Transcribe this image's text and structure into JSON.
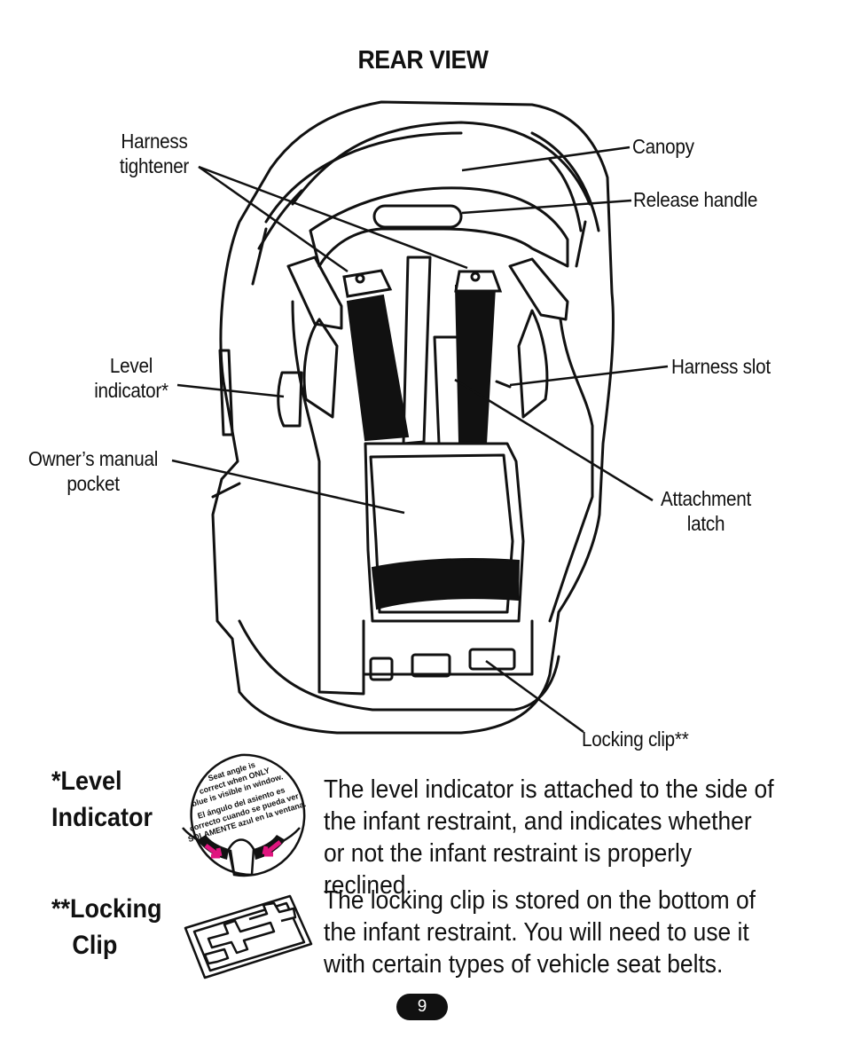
{
  "title": "REAR VIEW",
  "labels": {
    "harness_tightener": [
      "Harness",
      "tightener"
    ],
    "level_indicator": [
      "Level",
      "indicator*"
    ],
    "owners_manual_pocket": [
      "Owner’s manual",
      "pocket"
    ],
    "canopy": "Canopy",
    "release_handle": "Release handle",
    "harness_slot": "Harness slot",
    "attachment_latch": [
      "Attachment",
      "latch"
    ],
    "locking_clip": "Locking clip**"
  },
  "level_indicator_section": {
    "heading": [
      "*Level",
      "Indicator"
    ],
    "sticker_text": [
      "Seat angle is",
      "correct when ONLY",
      "blue is visible in window.",
      "El ángulo del asiento es",
      "correcto cuando se pueda ver",
      "SOLAMENTE azul en la ventana."
    ],
    "description": "The level indicator is attached to the side of the infant restraint, and indicates whether or not the infant restraint is properly reclined."
  },
  "locking_clip_section": {
    "heading": [
      "**Locking",
      "Clip"
    ],
    "description": "The locking clip is stored on the bottom of the infant restraint. You will need to use it with certain types of vehicle seat belts."
  },
  "page_number": "9",
  "colors": {
    "ink": "#111111",
    "arrow_magenta": "#e0157f"
  }
}
